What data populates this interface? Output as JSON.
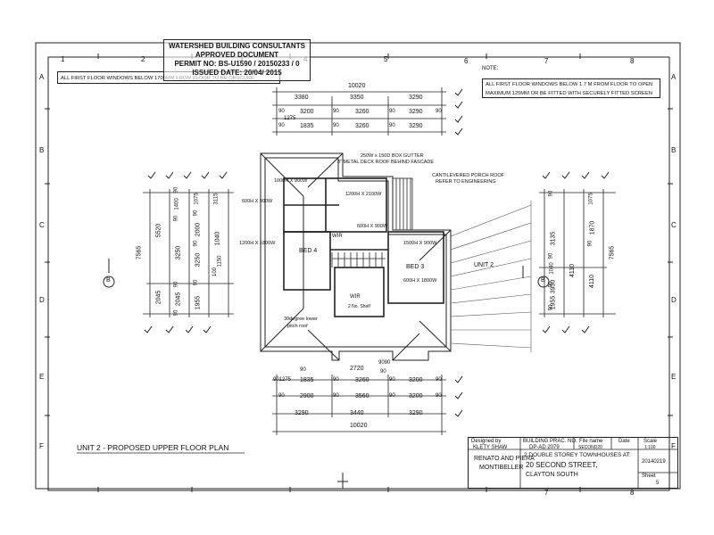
{
  "stamp": {
    "line1": "WATERSHED BUILDING CONSULTANTS",
    "line2": "APPROVED DOCUMENT",
    "line3": "PERMIT NO: BS-U1590 / 20150233 / 0",
    "line4": "ISSUED DATE: 20/04/ 2015"
  },
  "notes": {
    "left": "ALL FIRST FLOOR WINDOWS BELOW 1700MM FROM FLOOR TO BE OBSCURE",
    "label": "NOTE:",
    "right1": "ALL FIRST FLOOR WINDOWS BELOW 1.7 M FROM FLOOR TO OPEN",
    "right2": "MAXIMUM 125MM OR BE FITTED WITH SECURELY FITTED SCREEN"
  },
  "grid": {
    "cols": [
      "1",
      "2",
      "3",
      "4",
      "5",
      "6",
      "7",
      "8"
    ],
    "rows": [
      "A",
      "B",
      "C",
      "D",
      "E",
      "F"
    ]
  },
  "dims": {
    "top_total": "10020",
    "top_row2": [
      "3380",
      "3350",
      "3290"
    ],
    "top_row3a": "1275",
    "top_row3": [
      "90",
      "3200",
      "90",
      "3260",
      "90",
      "3290",
      "90"
    ],
    "top_row4": [
      "90",
      "1835",
      "90",
      "3260",
      "90",
      "3290"
    ],
    "bottom_row1a": [
      "90",
      "2720",
      "9090",
      "90"
    ],
    "bottom_row1": [
      "901275",
      "1835",
      "90",
      "3260",
      "90",
      "3200",
      "90"
    ],
    "bottom_row2": [
      "90",
      "2900",
      "90",
      "3560",
      "90",
      "3200",
      "90"
    ],
    "bottom_row3": [
      "3290",
      "3440",
      "3290"
    ],
    "bottom_total": "10020",
    "left_total": "7565",
    "left_a": [
      "5520",
      "2045"
    ],
    "left_b": [
      "90",
      "1400",
      "90",
      "3250",
      "90",
      "2045",
      "90"
    ],
    "left_c": [
      "1075",
      "90",
      "2000",
      "90",
      "3250",
      "90",
      "1955"
    ],
    "left_d": [
      "3115",
      "1040",
      "100",
      "1150"
    ],
    "right_total": "7565",
    "right_a": [
      "1075",
      "1870",
      "90",
      "4110",
      "90",
      "1955"
    ],
    "right_b": [
      "90",
      "3135",
      "90",
      "1040",
      "3930",
      "90"
    ],
    "right_c": [
      "4110"
    ]
  },
  "plan": {
    "gutter1": "250W x 150D BOX GUTTER",
    "gutter2": "3\" METAL DECK ROOF BEHIND FASCADE",
    "porch1": "CANTILEVERED PORCH ROOF",
    "porch2": "REFER TO ENGINEERING",
    "w1": "1000H X 900W",
    "w2": "600H X 900W",
    "w3": "1200H X 2100W",
    "w4": "600H X 900W",
    "w5": "1200H X 1800W",
    "w6": "1500H X 900W",
    "w7": "600H X 1800W",
    "bed4": "BED 4",
    "bed3": "BED 3",
    "wir1": "WIR",
    "wir2": "WIR",
    "shelf": "2 No. Shelf",
    "unit2": "UNIT 2",
    "lower1": "30degree lower",
    "lower2": "pitch roof",
    "marker": "B"
  },
  "plan_title": "UNIT 2 - PROPOSED UPPER FLOOR PLAN",
  "title_block": {
    "designed_by_label": "Designed by",
    "designed_by": "KLETY SHAW",
    "prac_label": "BUILDING PRAC. NO.",
    "prac": "DP-AD 2079",
    "file_label": "File name",
    "file": "SECOND20",
    "date_label": "Date",
    "scale_label": "Scale",
    "scale": "1:100",
    "client1": "RENATO AND PIERA",
    "client2": "MONTIBELLER",
    "project1": "2 DOUBLE STOREY TOWNHOUSES AT:",
    "project2": "20 SECOND STREET,",
    "project3": "CLAYTON SOUTH",
    "date": "20140219",
    "sheet_label": "Sheet",
    "sheet": "5"
  }
}
